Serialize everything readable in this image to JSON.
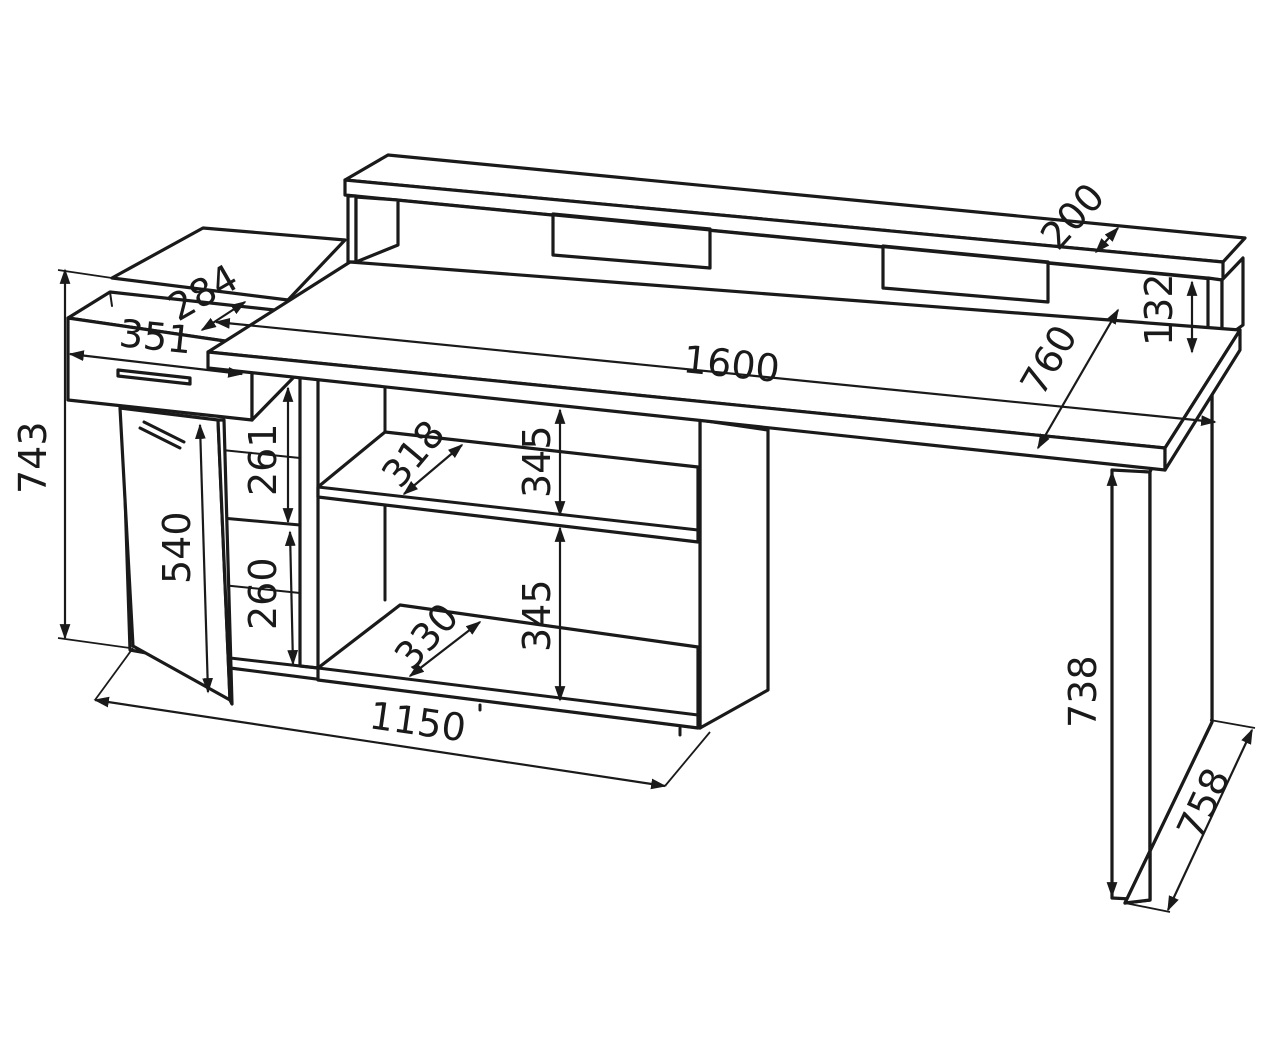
{
  "dimensions": {
    "top_shelf_depth": "200",
    "top_shelf_height": "132",
    "desk_width": "1600",
    "desk_depth": "760",
    "drawer_depth": "284",
    "drawer_width": "351",
    "overall_height": "743",
    "door_height": "540",
    "upper_compartment_height": "261",
    "lower_compartment_height": "260",
    "upper_shelf_depth": "318",
    "upper_shelf_height": "345",
    "lower_shelf_depth": "330",
    "lower_shelf_height": "345",
    "cabinet_width": "1150",
    "leg_height": "738",
    "leg_depth": "758"
  }
}
